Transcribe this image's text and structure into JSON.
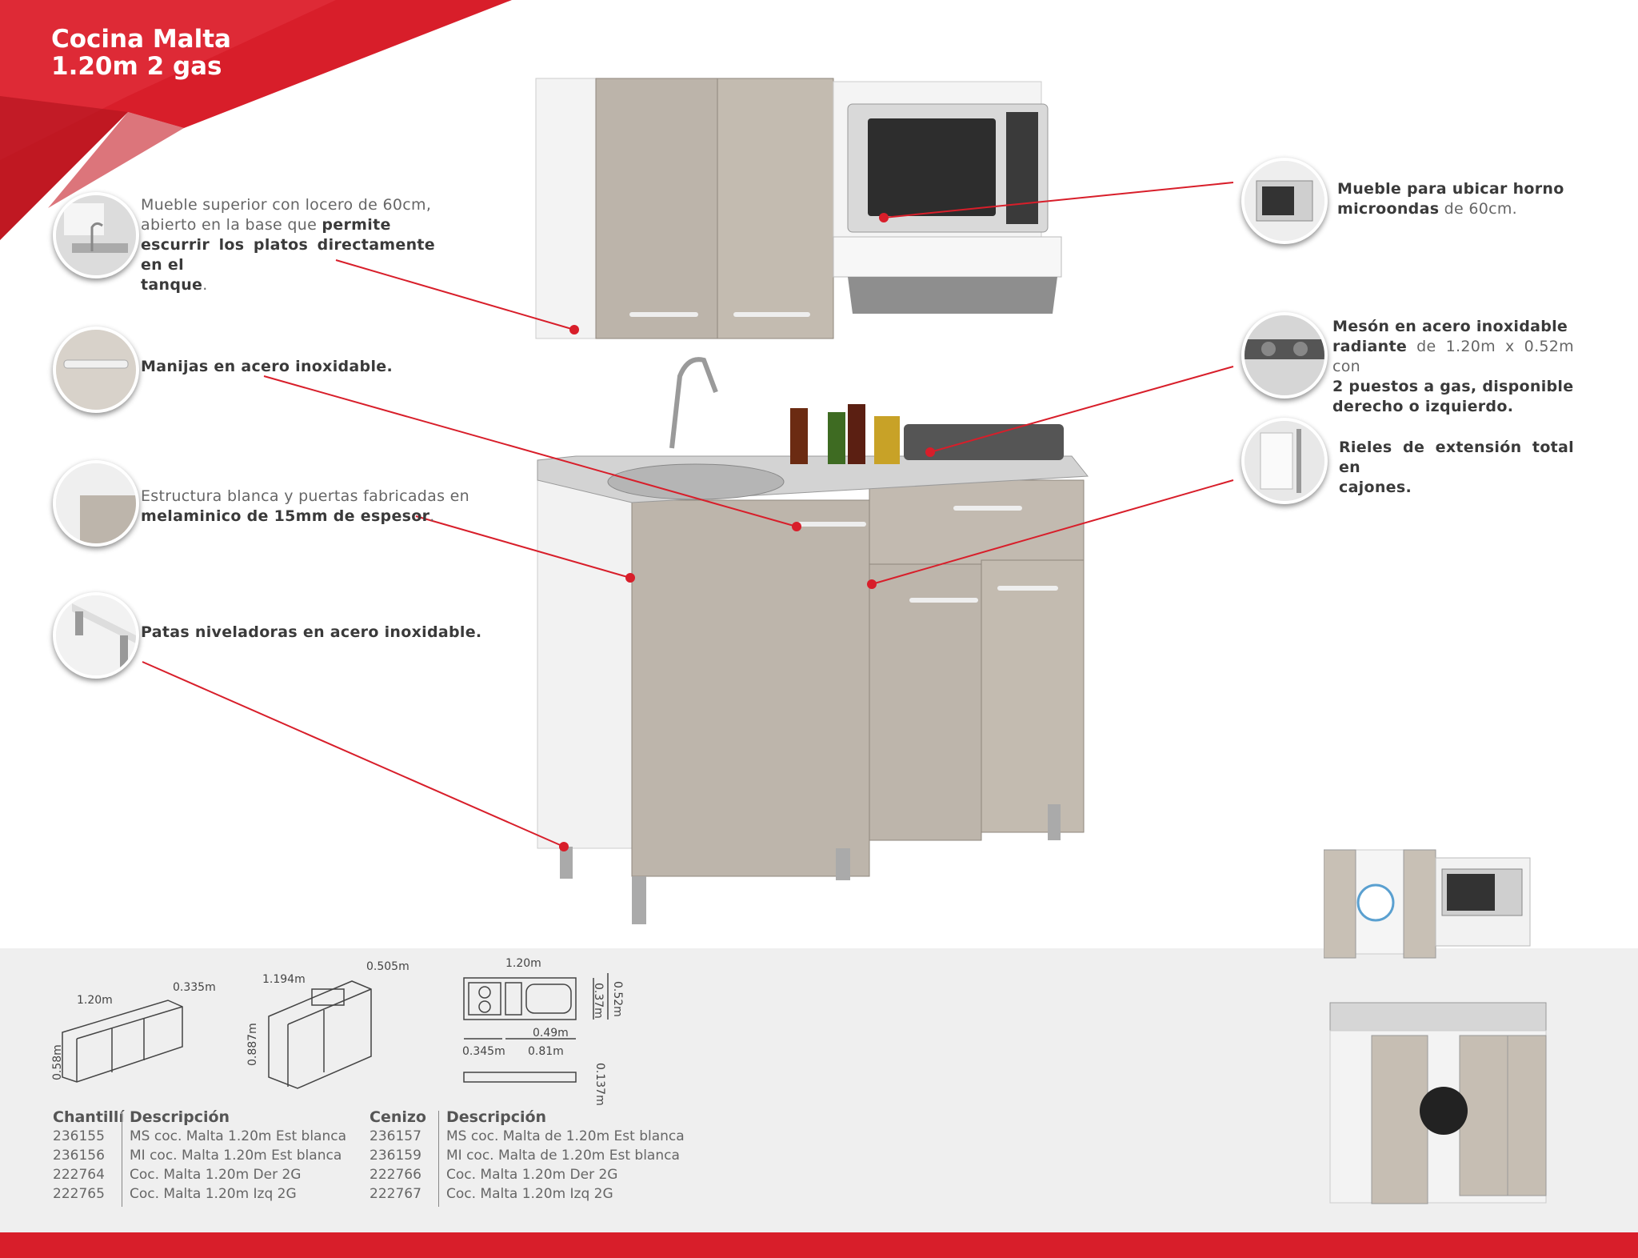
{
  "header": {
    "title_line1": "Cocina Malta",
    "title_line2": "1.20m 2 gas"
  },
  "features_left": [
    {
      "id": "upper-cabinet",
      "icon": "cabinet-dish-rack-thumb",
      "lines": [
        {
          "plain": "Mueble superior con locero de 60cm,",
          "bold": ""
        },
        {
          "plain": "abierto en la base que ",
          "bold": "permite"
        },
        {
          "plain": "",
          "bold": "escurrir los platos directamente en el"
        },
        {
          "plain": ".",
          "bold": "tanque"
        }
      ]
    },
    {
      "id": "handles",
      "icon": "handle-thumb",
      "text_bold": "Manijas en acero inoxidable."
    },
    {
      "id": "structure",
      "icon": "structure-thumb",
      "line1": "Estructura blanca y puertas fabricadas en",
      "line2_bold": "melaminico de 15mm de espesor",
      "line2_tail": "."
    },
    {
      "id": "legs",
      "icon": "leg-thumb",
      "text_bold": "Patas niveladoras en acero inoxidable."
    }
  ],
  "features_right": [
    {
      "id": "microwave",
      "icon": "microwave-thumb",
      "line1_bold": "Mueble para ubicar horno",
      "line2_bold": "microondas",
      "line2_tail": " de 60cm."
    },
    {
      "id": "countertop",
      "icon": "stove-thumb",
      "line1_bold": "Mesón en acero inoxidable",
      "line2_bold": "radiante",
      "line2_tail": " de 1.20m x 0.52m con",
      "line3_bold": "2 puestos a gas, disponible",
      "line4_bold": "derecho o izquierdo."
    },
    {
      "id": "rails",
      "icon": "drawer-rail-thumb",
      "line1_bold": "Rieles de extensión total en",
      "line2_bold": "cajones."
    }
  ],
  "dimensions": {
    "upper": {
      "width": "1.20m",
      "depth": "0.335m",
      "height": "0.58m"
    },
    "lower": {
      "width": "1.194m",
      "depth": "0.505m",
      "height": "0.887m"
    },
    "countertop": {
      "width": "1.20m",
      "sink_depth": "0.37m",
      "depth": "0.52m",
      "sink_width": "0.49m",
      "burner_width": "0.345m",
      "basin_width": "0.81m",
      "thickness": "0.137m"
    }
  },
  "table_chantilli": {
    "code_header": "Chantillí",
    "desc_header": "Descripción",
    "rows": [
      {
        "code": "236155",
        "desc": "MS coc. Malta 1.20m Est blanca"
      },
      {
        "code": "236156",
        "desc": "MI coc. Malta 1.20m Est blanca"
      },
      {
        "code": "222764",
        "desc": "Coc. Malta 1.20m Der 2G"
      },
      {
        "code": "222765",
        "desc": "Coc. Malta 1.20m Izq 2G"
      }
    ]
  },
  "table_cenizo": {
    "code_header": "Cenizo",
    "desc_header": "Descripción",
    "rows": [
      {
        "code": "236157",
        "desc": "MS coc. Malta de 1.20m Est blanca"
      },
      {
        "code": "236159",
        "desc": "MI coc. Malta de 1.20m Est blanca"
      },
      {
        "code": "222766",
        "desc": "Coc. Malta 1.20m Der 2G"
      },
      {
        "code": "222767",
        "desc": "Coc. Malta 1.20m Izq 2G"
      }
    ]
  },
  "colors": {
    "brand_red": "#d81e2a",
    "wood": "#b9b1a6",
    "band": "#efefef"
  }
}
